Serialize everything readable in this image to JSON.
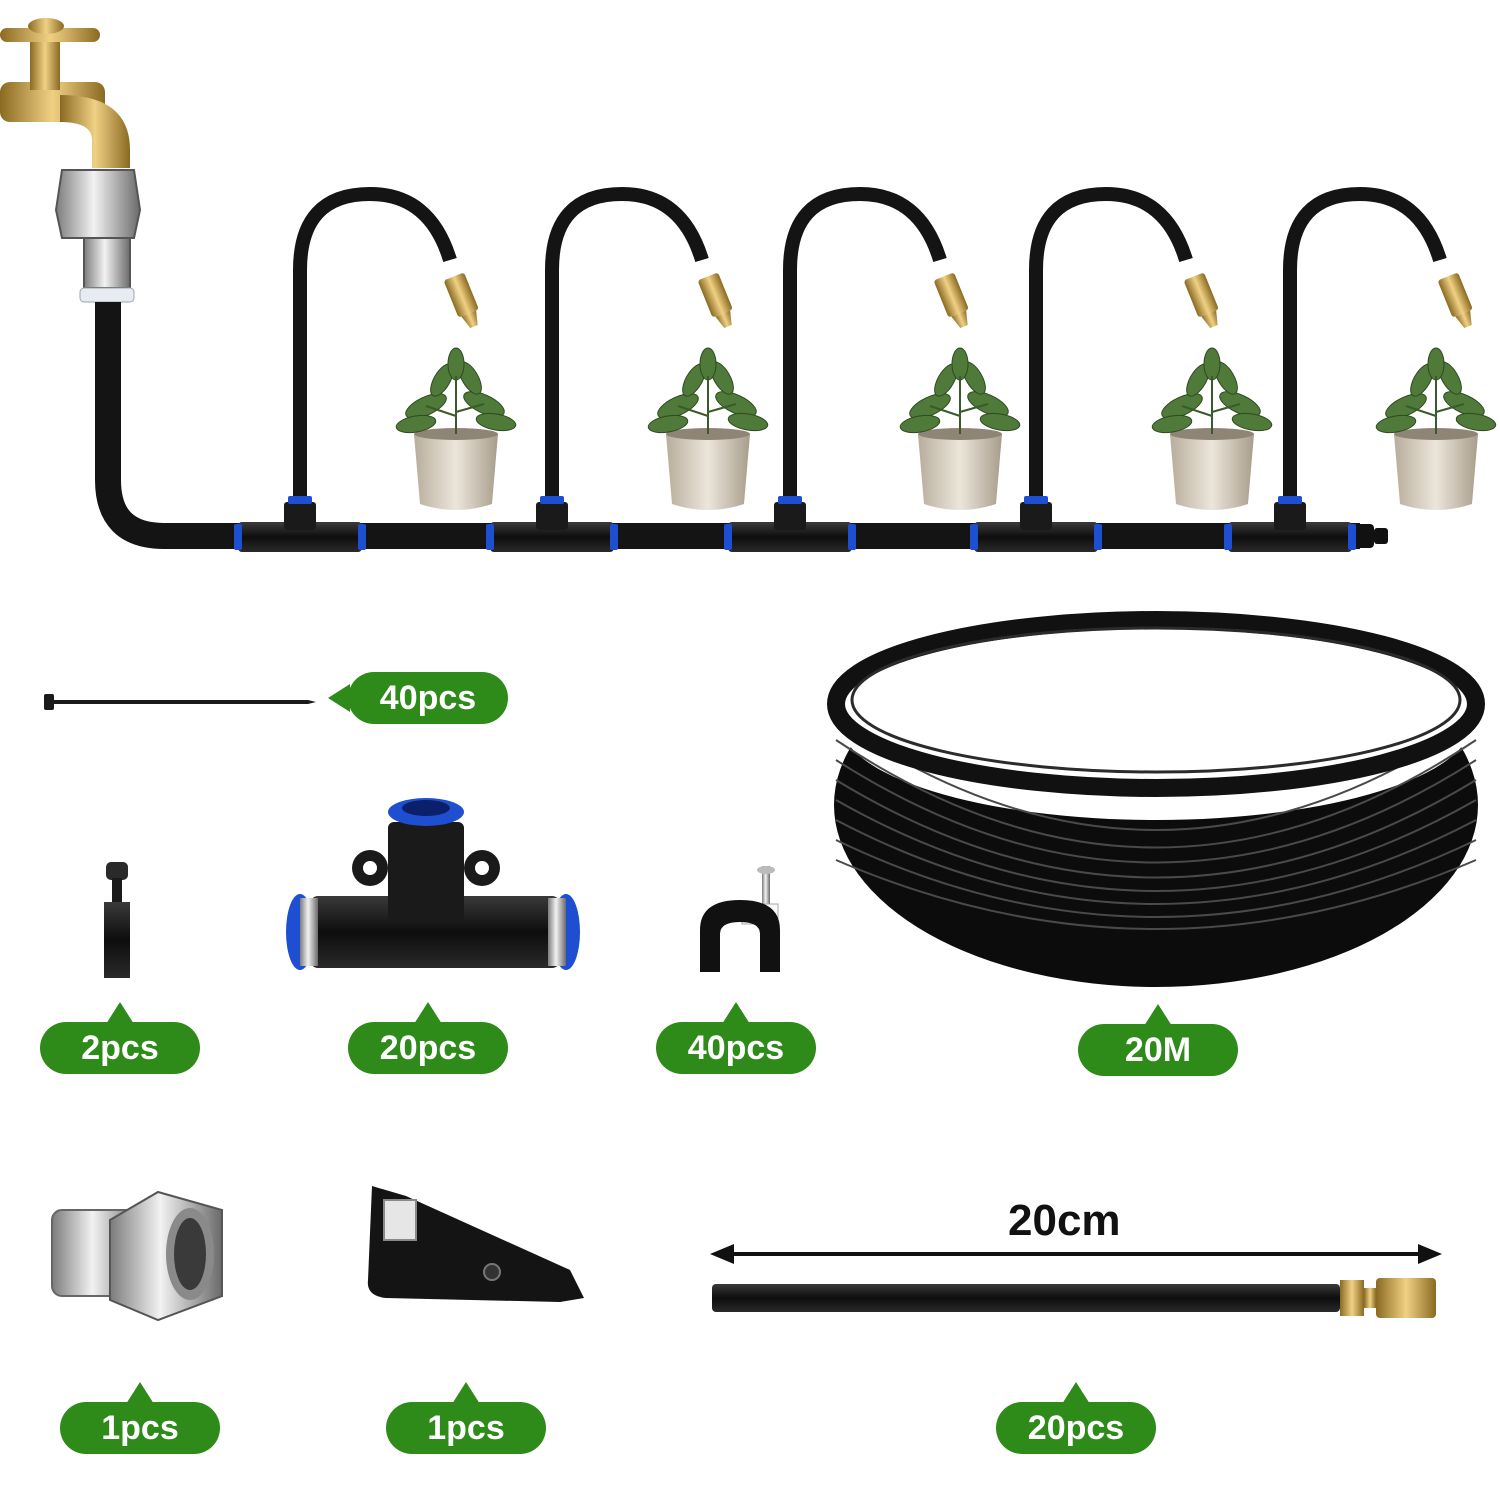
{
  "badges": {
    "zip_tie": "40pcs",
    "end_plug": "2pcs",
    "tee_connector": "20pcs",
    "tube_clamp": "40pcs",
    "tubing": "20M",
    "faucet_adapter": "1pcs",
    "tube_cutter": "1pcs",
    "extension_hose": "20pcs"
  },
  "dimension": {
    "extension_hose_length": "20cm"
  },
  "colors": {
    "badge_green": "#2e8b1a",
    "tube_black": "#141414",
    "connector_blue": "#1f4fd1",
    "brass": "#c9a24a"
  },
  "icons": [
    "faucet-icon",
    "tee-connector-icon",
    "misting-nozzle-icon",
    "potted-plant-icon",
    "zip-tie-icon",
    "end-plug-icon",
    "tube-clamp-icon",
    "tubing-coil-icon",
    "faucet-adapter-icon",
    "tube-cutter-icon",
    "extension-hose-icon",
    "double-arrow-icon"
  ]
}
